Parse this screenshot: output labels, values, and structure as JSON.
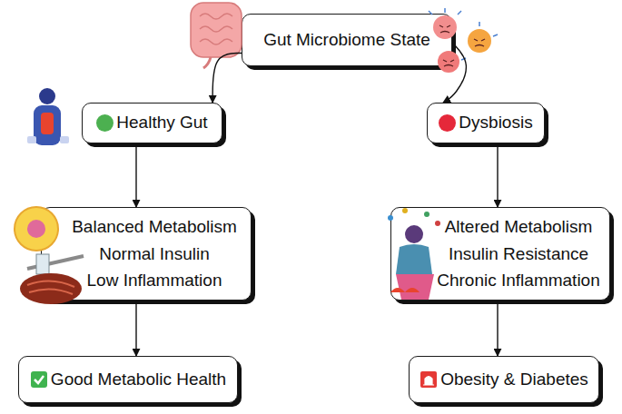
{
  "diagram": {
    "nodes": [
      {
        "text": [
          "Gut Microbiome State"
        ]
      },
      {
        "text": [
          "Healthy Gut"
        ]
      },
      {
        "text": [
          "Dysbiosis"
        ]
      },
      {
        "text": [
          "Balanced Metabolism",
          "Normal Insulin",
          "Low Inflammation"
        ]
      },
      {
        "text": [
          "Altered Metabolism",
          "Insulin Resistance",
          "Chronic Inflammation"
        ]
      },
      {
        "text": [
          "Good Metabolic Health"
        ]
      },
      {
        "text": [
          "Obesity & Diabetes"
        ]
      }
    ],
    "edges": [
      {
        "from": 0,
        "to": 1,
        "arrow": "to"
      },
      {
        "from": 0,
        "to": 2,
        "arrow": "to"
      },
      {
        "from": 1,
        "to": 3,
        "arrow": "to"
      },
      {
        "from": 3,
        "to": 5,
        "arrow": "to"
      },
      {
        "from": 2,
        "to": 4,
        "arrow": "to"
      },
      {
        "from": 4,
        "to": 6,
        "arrow": "to"
      }
    ]
  }
}
